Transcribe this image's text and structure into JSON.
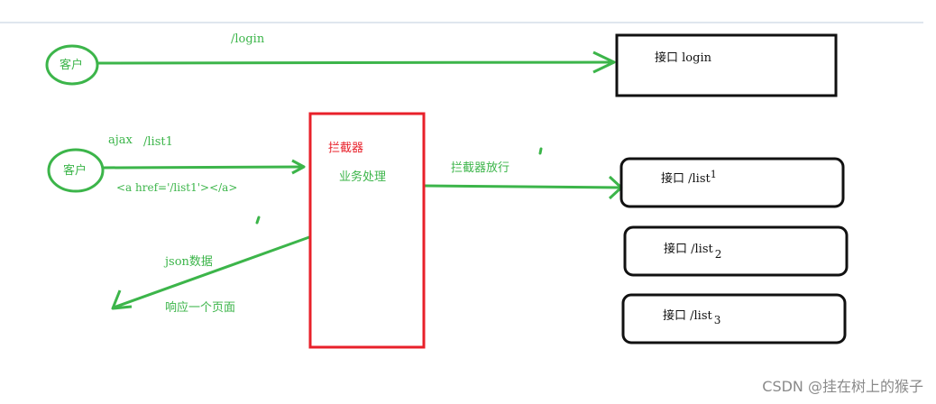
{
  "labels": {
    "client_1": "客户",
    "client_2": "客户",
    "login_path": "/login",
    "ajax": "ajax",
    "list1_path": "/list1",
    "anchor_code": "<a href='/list1'></a>",
    "interceptor": "拦截器",
    "business": "业务处理",
    "pass": "拦截器放行",
    "json_data": "json数据",
    "response_page": "响应一个页面"
  },
  "interfaces": {
    "login": "接口 login",
    "list1": {
      "text": "接口 /list",
      "mark": "1"
    },
    "list2": {
      "text": "接口 /list",
      "mark": "2"
    },
    "list3": {
      "text": "接口 /list",
      "mark": "3"
    }
  },
  "watermark": "CSDN @挂在树上的猴子",
  "colors": {
    "green": "#3cb54a",
    "red": "#e8202a",
    "black": "#111111",
    "watermark": "#8a8a8a"
  }
}
